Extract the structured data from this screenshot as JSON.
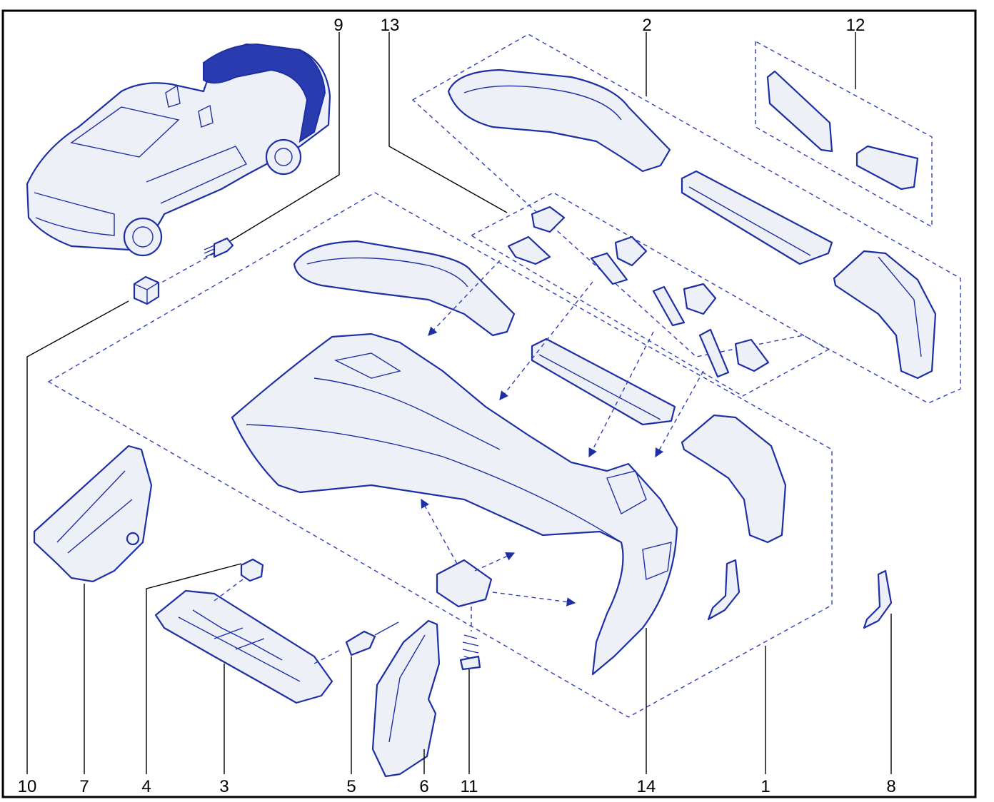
{
  "diagram": {
    "type": "exploded-parts-diagram",
    "accent_color": "#1e2fa6",
    "callouts": {
      "c9": "9",
      "c13": "13",
      "c2": "2",
      "c12": "12",
      "c10": "10",
      "c7": "7",
      "c4": "4",
      "c3": "3",
      "c5": "5",
      "c6": "6",
      "c11": "11",
      "c14": "14",
      "c1": "1",
      "c8": "8"
    }
  }
}
